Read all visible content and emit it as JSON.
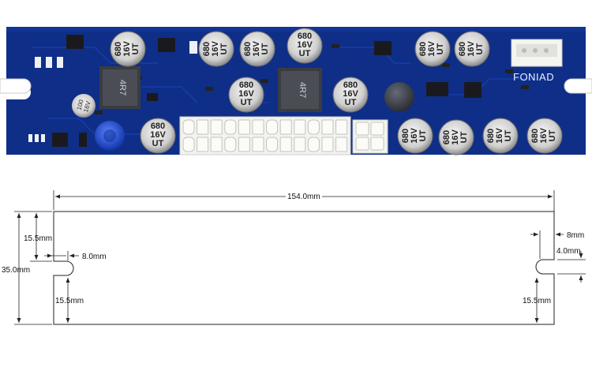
{
  "board": {
    "brand": "FONIAD",
    "capacitor_text": [
      "680",
      "16V",
      "UT"
    ],
    "inductor_label": "4R7",
    "small_cap_text": [
      "100",
      "16V"
    ]
  },
  "drawing": {
    "overall_length": "154.0mm",
    "overall_width": "35.0mm",
    "left_upper_offset": "15.5mm",
    "left_lower_offset": "15.5mm",
    "left_slot_depth": "8.0mm",
    "right_slot_depth": "8mm",
    "right_slot_width": "4.0mm",
    "right_lower_offset": "15.5mm"
  },
  "colors": {
    "pcb": "#0f2e87",
    "cap_top": "#d9d9d9",
    "connector": "#f2f2ee",
    "drawing_line": "#222222"
  }
}
